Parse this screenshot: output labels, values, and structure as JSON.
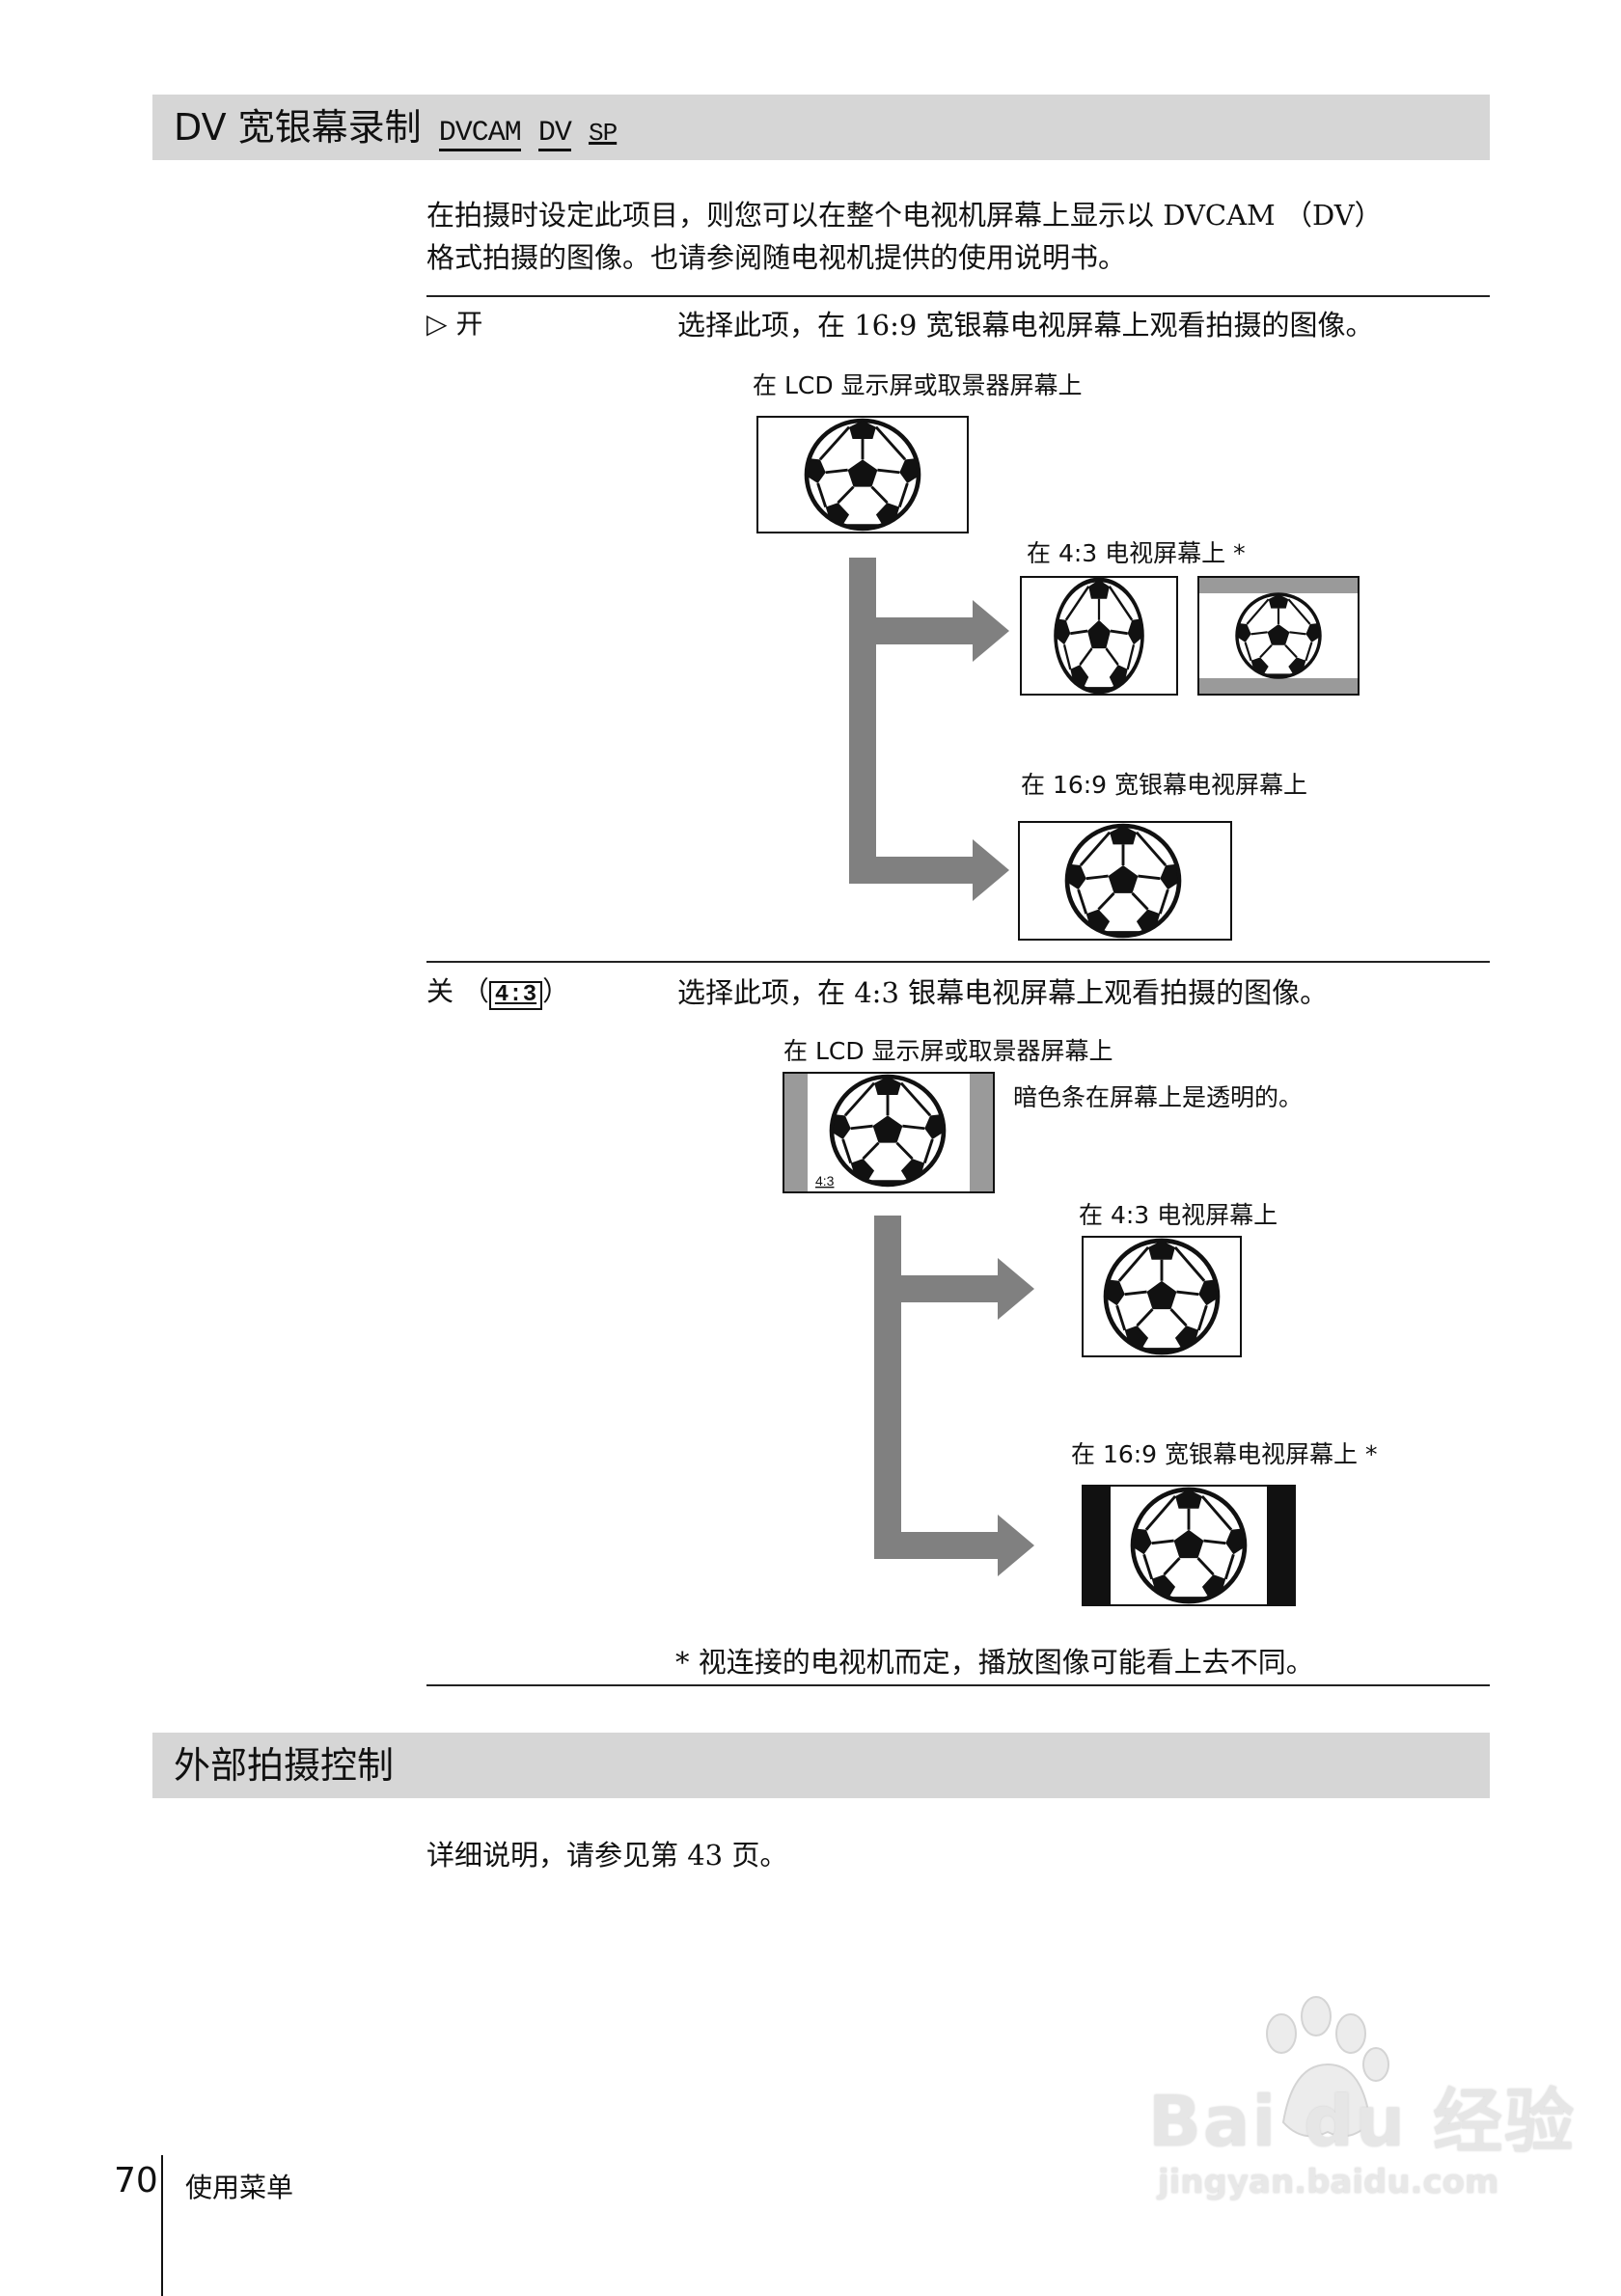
{
  "section1": {
    "title": "DV 宽银幕录制",
    "tag_dvcam": "DVCAM",
    "tag_dv": "DV",
    "tag_sp": "SP",
    "intro_line1": "在拍摄时设定此项目，则您可以在整个电视机屏幕上显示以 DVCAM （DV）",
    "intro_line2": "格式拍摄的图像。也请参阅随电视机提供的使用说明书。",
    "option_on": {
      "label": "▷ 开",
      "desc": "选择此项，在 16:9 宽银幕电视屏幕上观看拍摄的图像。",
      "cap_lcd": "在 LCD 显示屏或取景器屏幕上",
      "cap_43": "在 4:3 电视屏幕上 *",
      "cap_169": "在 16:9 宽银幕电视屏幕上"
    },
    "option_off": {
      "label_prefix": "关 （",
      "label_box": "4:3",
      "label_suffix": "）",
      "desc": "选择此项，在 4:3 银幕电视屏幕上观看拍摄的图像。",
      "cap_lcd": "在 LCD 显示屏或取景器屏幕上",
      "cap_bars": "暗色条在屏幕上是透明的。",
      "screen_mark": "4:3",
      "cap_43": "在 4:3 电视屏幕上",
      "cap_169": "在 16:9 宽银幕电视屏幕上 *"
    },
    "footnote": "* 视连接的电视机而定，播放图像可能看上去不同。"
  },
  "section2": {
    "title": "外部拍摄控制",
    "text": "详细说明，请参见第 43 页。"
  },
  "footer": {
    "page_number": "70",
    "section_name": "使用菜单"
  },
  "watermark": {
    "brand": "Bai du 经验",
    "url": "jingyan.baidu.com"
  }
}
